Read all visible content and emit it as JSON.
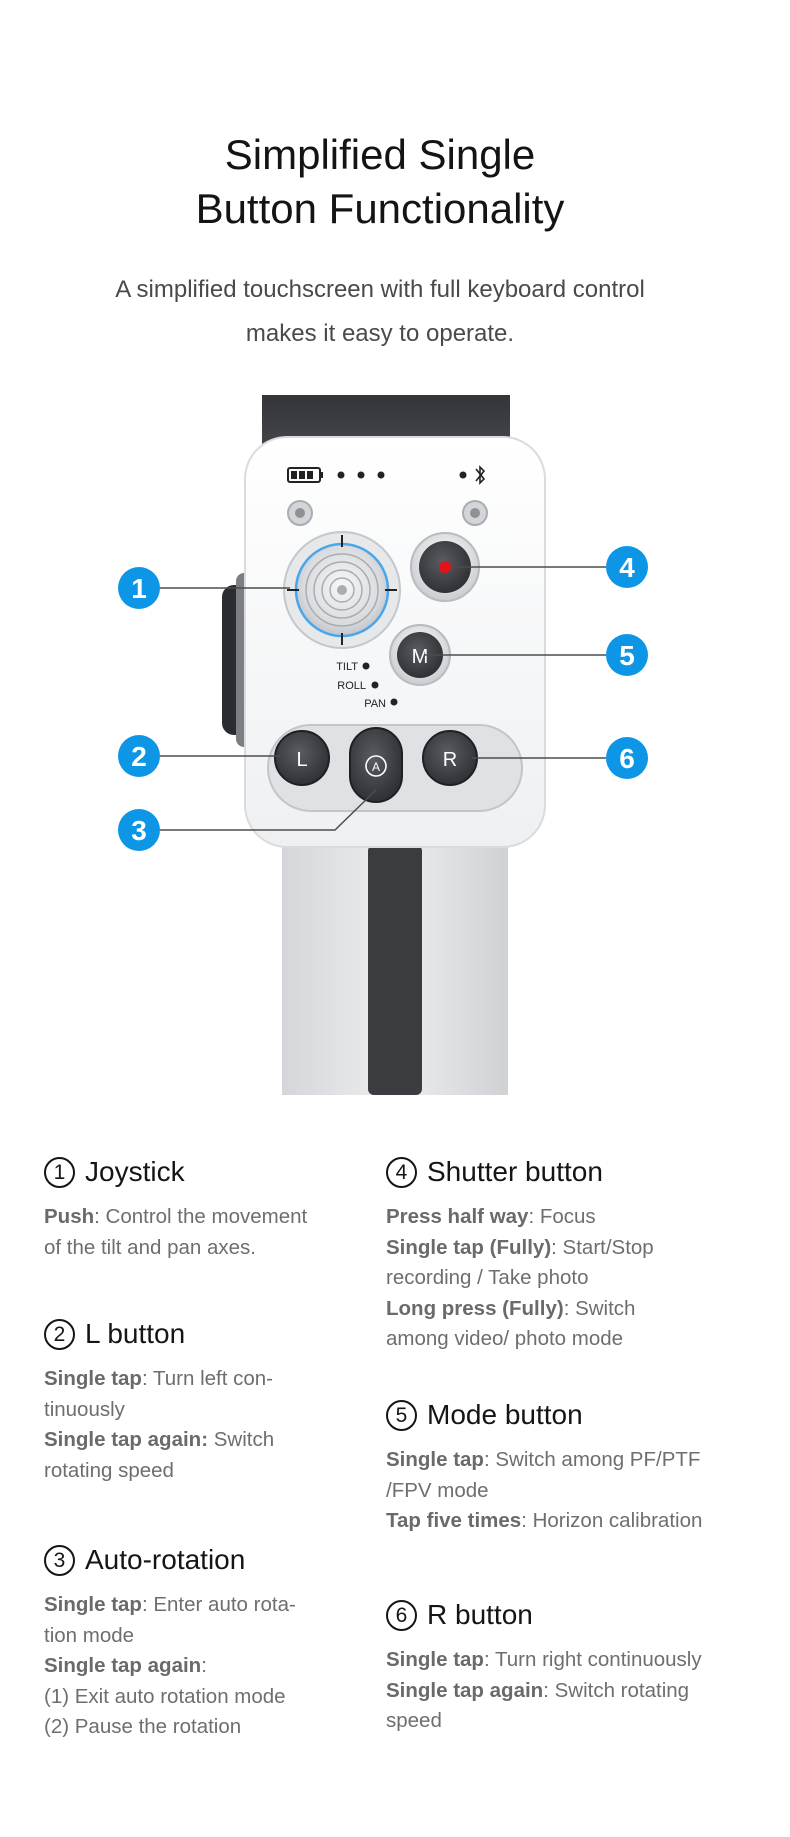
{
  "header": {
    "title_line1": "Simplified Single",
    "title_line2": "Button Functionality",
    "subtitle_line1": "A simplified touchscreen with full keyboard control",
    "subtitle_line2": "makes it easy to operate."
  },
  "device": {
    "labels": {
      "tilt": "TILT",
      "roll": "ROLL",
      "pan": "PAN"
    },
    "buttons": {
      "mode": "M",
      "left": "L",
      "right": "R",
      "auto": "A"
    },
    "callouts": [
      "1",
      "2",
      "3",
      "4",
      "5",
      "6"
    ]
  },
  "colors": {
    "accent": "#0d96e6",
    "record": "#e1131b"
  },
  "sections": {
    "joystick": {
      "num": "1",
      "title": "Joystick",
      "l1_key": "Push",
      "l1_text": ": Control the movement",
      "l2_text": "of the tilt and pan axes."
    },
    "l_button": {
      "num": "2",
      "title": "L button",
      "l1_key": "Single tap",
      "l1_text": ": Turn left con-",
      "l2_text": "tinuously",
      "l3_key": "Single tap again:",
      "l3_text": " Switch",
      "l4_text": "rotating speed"
    },
    "auto_rotation": {
      "num": "3",
      "title": "Auto-rotation",
      "l1_key": "Single tap",
      "l1_text": ": Enter auto rota-",
      "l2_text": "tion mode",
      "l3_key": "Single tap again",
      "l3_text": ":",
      "l4_text": "(1) Exit auto rotation mode",
      "l5_text": "(2) Pause the rotation"
    },
    "shutter": {
      "num": "4",
      "title": "Shutter button",
      "l1_key": "Press half way",
      "l1_text": ": Focus",
      "l2_key": "Single tap (Fully)",
      "l2_text": ": Start/Stop",
      "l3_text": "recording / Take photo",
      "l4_key": "Long press (Fully)",
      "l4_text": ": Switch",
      "l5_text": "among video/ photo mode"
    },
    "mode": {
      "num": "5",
      "title": "Mode button",
      "l1_key": "Single tap",
      "l1_text": ": Switch among PF/PTF",
      "l2_text": "/FPV mode",
      "l3_key": "Tap five times",
      "l3_text": ": Horizon calibration"
    },
    "r_button": {
      "num": "6",
      "title": "R button",
      "l1_key": "Single tap",
      "l1_text": ": Turn right continuously",
      "l2_key": "Single tap again",
      "l2_text": ": Switch rotating",
      "l3_text": "speed"
    }
  }
}
